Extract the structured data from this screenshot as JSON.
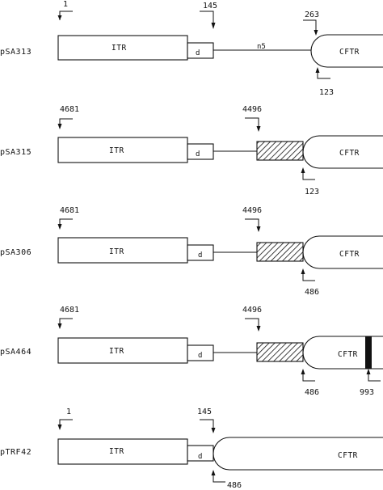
{
  "constructs": [
    {
      "name": "pSA313",
      "itr": "ITR",
      "d_label": "d",
      "linker_label": "n5",
      "cftr": "CFTR",
      "top_left": "1",
      "top_mid": "145",
      "top_right": "263",
      "bottom": "123"
    },
    {
      "name": "pSA315",
      "itr": "ITR",
      "d_label": "d",
      "cftr": "CFTR",
      "top_left": "4681",
      "top_mid": "4496",
      "bottom": "123"
    },
    {
      "name": "pSA306",
      "itr": "ITR",
      "d_label": "d",
      "cftr": "CFTR",
      "top_left": "4681",
      "top_mid": "4496",
      "bottom": "486"
    },
    {
      "name": "pSA464",
      "itr": "ITR",
      "d_label": "d",
      "cftr": "CFTR",
      "top_left": "4681",
      "top_mid": "4496",
      "bottom": "486",
      "bottom2": "993"
    },
    {
      "name": "pTRF42",
      "itr": "ITR",
      "d_label": "d",
      "cftr": "CFTR",
      "top_left": "1",
      "top_mid": "145",
      "bottom": "486"
    }
  ]
}
